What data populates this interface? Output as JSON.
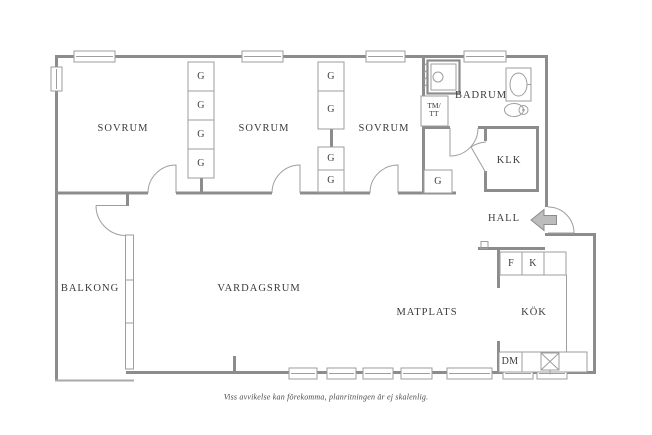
{
  "rooms": {
    "sovrum_1": "SOVRUM",
    "sovrum_2": "SOVRUM",
    "sovrum_3": "SOVRUM",
    "badrum": "BADRUM",
    "klk": "KLK",
    "hall": "HALL",
    "balkong": "BALKONG",
    "vardagsrum": "VARDAGSRUM",
    "matplats": "MATPLATS",
    "kok": "KÖK"
  },
  "units": {
    "garderob": "G",
    "tvattmaskin_line1": "TM/",
    "torktumlare_line2": "TT",
    "frys": "F",
    "kyl": "K",
    "diskmaskin": "DM"
  },
  "footer": {
    "caption": "Viss avvikelse kan förekomma, planritningen är ej skalenlig."
  },
  "colors": {
    "wall": "#8c8c8c",
    "thin_line": "#9e9e9e",
    "text": "#3a3a3a",
    "arrow_fill": "#bcbcbc",
    "background": "#ffffff"
  }
}
